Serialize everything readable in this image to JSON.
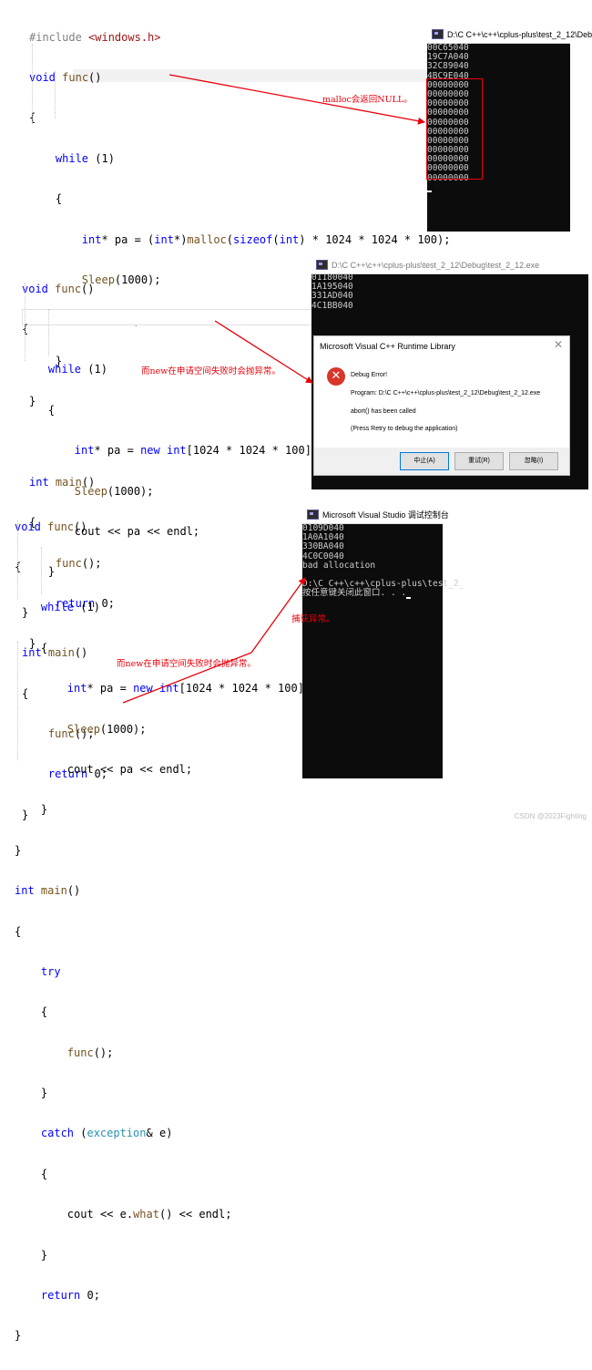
{
  "section1": {
    "code": {
      "l1": "#include",
      "l1_arg": "<windows.h>",
      "kw_void": "void",
      "func_name": "func",
      "parens": "()",
      "kw_while": "while",
      "while_cond": " (1)",
      "kw_int": "int",
      "pa_decl": "* pa = (",
      "cast_close": "*)",
      "malloc": "malloc",
      "sizeof": "sizeof",
      "malloc_rest": ") * 1024 * 1024 * 100);",
      "sleep": "Sleep",
      "sleep_arg": "(1000);",
      "cout": "cout",
      "op": "<<",
      "pa": "pa",
      "endl": "endl",
      "main": "main",
      "func_call": "func",
      "call_end": "();",
      "kw_return": "return",
      "ret_val": " 0;",
      "lbrace": "{",
      "rbrace": "}"
    },
    "console_title": "D:\\C C++\\c++\\cplus-plus\\test_2_12\\Deb",
    "console_lines": [
      "00C65040",
      "19C7A040",
      "32C89040",
      "4BC9E040",
      "00000000",
      "00000000",
      "00000000",
      "00000000",
      "00000000",
      "00000000",
      "00000000",
      "00000000",
      "00000000",
      "00000000",
      "00000000"
    ],
    "annotation": "malloc会返回NULL。"
  },
  "section2": {
    "code": {
      "kw_void": "void",
      "func_name": "func",
      "kw_while": "while",
      "kw_int": "int",
      "kw_new": "new",
      "new_rest": "[1024 * 1024 * 100];",
      "pa_decl": "* pa = ",
      "sleep": "Sleep",
      "sleep_arg": "(1000);",
      "cout": "cout",
      "op": "<<",
      "pa": "pa",
      "endl": "endl",
      "main": "main",
      "func_call": "func",
      "kw_return": "return"
    },
    "console_title": "D:\\C C++\\c++\\cplus-plus\\test_2_12\\Debug\\test_2_12.exe",
    "console_lines": [
      "01180040",
      "1A195040",
      "331AD040",
      "4C1BB040"
    ],
    "annotation": "而new在申请空间失败时会抛异常。",
    "dialog": {
      "title": "Microsoft Visual C++ Runtime Library",
      "close": "✕",
      "error_icon": "✕",
      "heading": "Debug Error!",
      "program": "Program: D:\\C C++\\c++\\cplus-plus\\test_2_12\\Debug\\test_2_12.exe",
      "abort": "abort() has been called",
      "hint": "(Press Retry to debug the application)",
      "btn_abort": "中止(A)",
      "btn_retry": "重试(R)",
      "btn_ignore": "忽略(I)"
    }
  },
  "section3": {
    "code": {
      "kw_void": "void",
      "func_name": "func",
      "kw_while": "while",
      "kw_int": "int",
      "kw_new": "new",
      "new_rest": "[1024 * 1024 * 100];",
      "pa_decl": "* pa = ",
      "sleep": "Sleep",
      "sleep_arg": "(1000);",
      "cout": "cout",
      "op": "<<",
      "pa": "pa",
      "endl": "endl",
      "main": "main",
      "kw_try": "try",
      "func_call": "func",
      "kw_catch": "catch",
      "exception": "exception",
      "catch_rest": "& e)",
      "e_what": "e.",
      "what": "what",
      "kw_return": "return"
    },
    "console_title": "Microsoft Visual Studio 调试控制台",
    "console_lines": [
      "0109D040",
      "1A0A1040",
      "330BA040",
      "4C0C0040",
      "bad allocation",
      "",
      "D:\\C C++\\c++\\cplus-plus\\test_2_",
      "按任意键关闭此窗口. . ."
    ],
    "annotation_left": "而new在申请空间失败时会抛异常。",
    "annotation_right": "捕获异常。"
  },
  "watermark": "CSDN @2023Fighting",
  "colors": {
    "keyword": "#0000ff",
    "type": "#2b91af",
    "function": "#74531f",
    "string": "#a31515",
    "annotation": "#e8000b",
    "console_bg": "#0c0c0c"
  }
}
